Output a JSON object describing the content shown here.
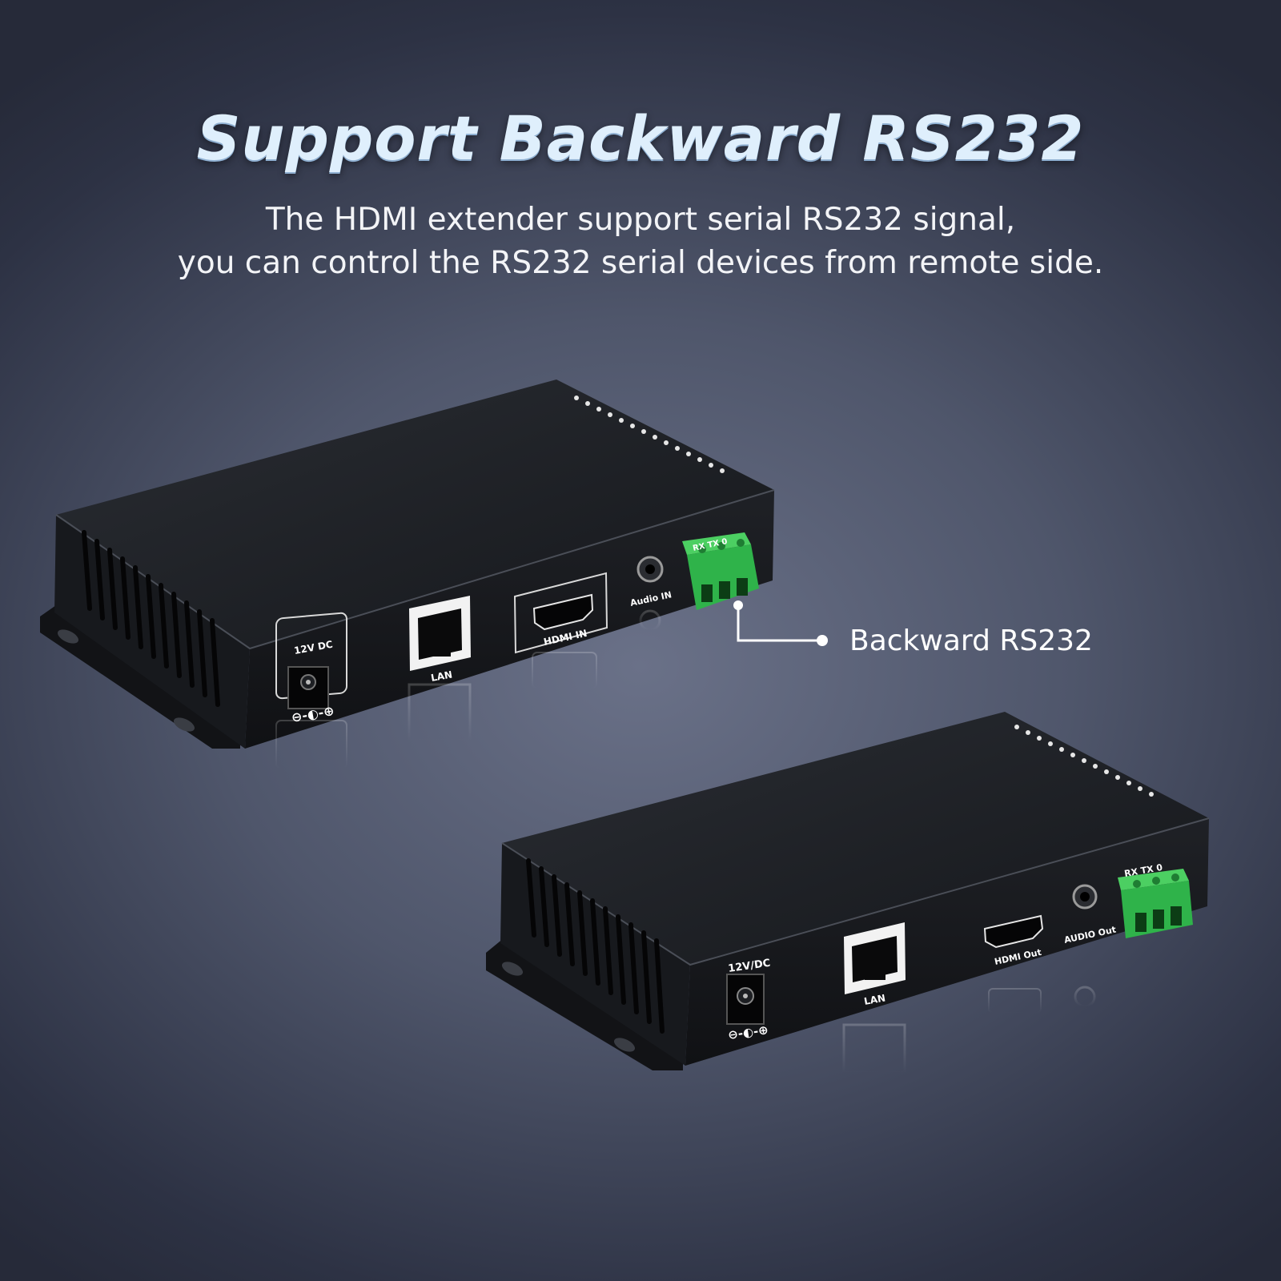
{
  "title": "Support Backward RS232",
  "description": {
    "line1": "The HDMI extender support serial RS232 signal,",
    "line2": "you can control the RS232 serial devices from remote side."
  },
  "callout": {
    "label": "Backward RS232"
  },
  "transmitter": {
    "power_label": "12V DC",
    "polarity": "⊖-◐-⊕",
    "lan_label": "LAN",
    "hdmi_label": "HDMI IN",
    "audio_label": "Audio IN",
    "rs232_label": "RX  TX  0"
  },
  "receiver": {
    "power_label": "12V/DC",
    "polarity": "⊖-◐-⊕",
    "lan_label": "LAN",
    "hdmi_label": "HDMI Out",
    "audio_label": "AUDIO Out",
    "rs232_label": "RX   TX   0"
  },
  "colors": {
    "terminal_green": "#2fb34a",
    "device_body": "#1b1d22",
    "title_text": "#dfeffc"
  }
}
